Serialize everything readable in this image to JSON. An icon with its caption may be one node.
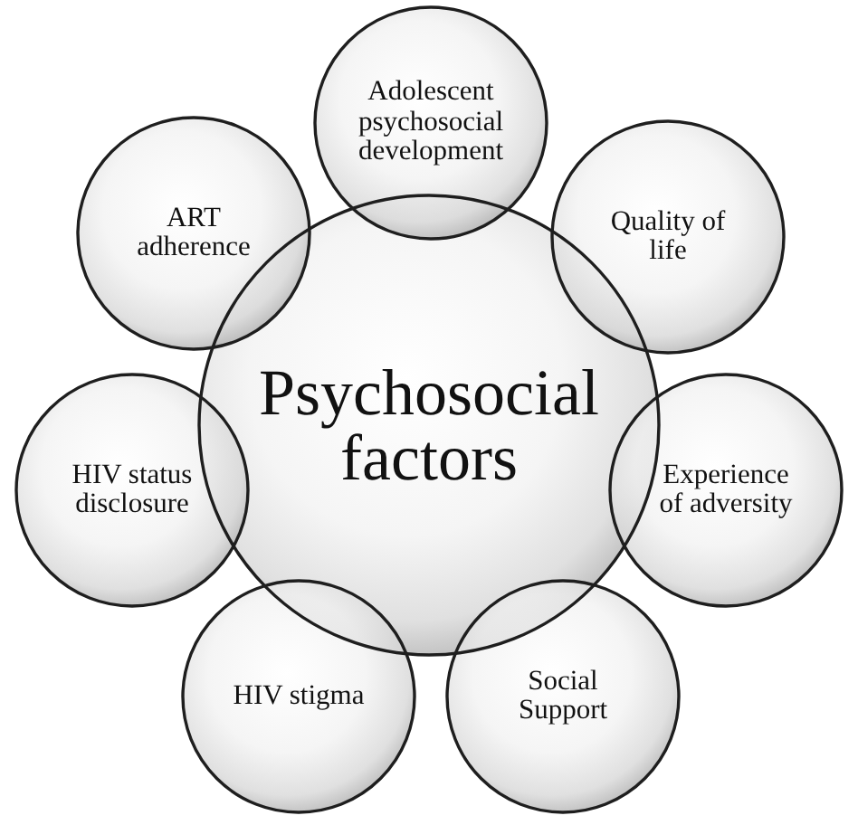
{
  "diagram": {
    "nodes": [
      {
        "text": [
          "Psychosocial factors"
        ]
      },
      {
        "text": [
          "Adolescent psychosocial development"
        ]
      },
      {
        "text": [
          "Quality of life"
        ]
      },
      {
        "text": [
          "Experience of adversity"
        ]
      },
      {
        "text": [
          "Social Support"
        ]
      },
      {
        "text": [
          "HIV stigma"
        ]
      },
      {
        "text": [
          "HIV status disclosure"
        ]
      },
      {
        "text": [
          "ART adherence"
        ]
      }
    ]
  }
}
